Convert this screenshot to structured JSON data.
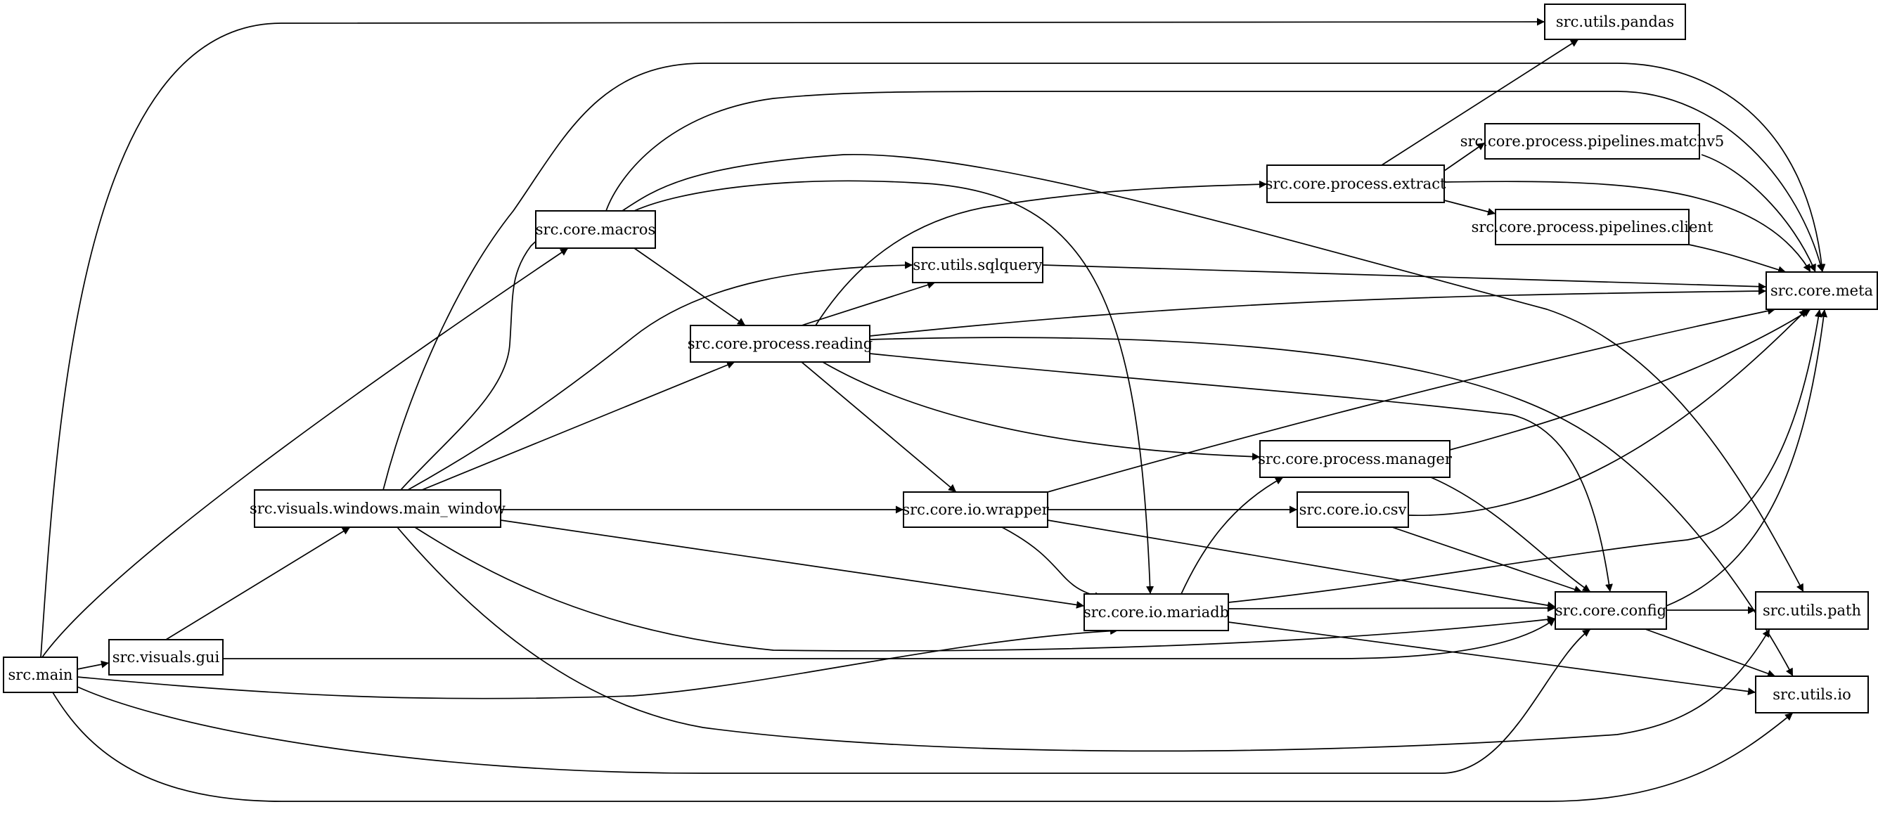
{
  "diagram": {
    "type": "dependency-graph",
    "nodes": [
      {
        "id": "main",
        "label": "src.main"
      },
      {
        "id": "gui",
        "label": "src.visuals.gui"
      },
      {
        "id": "main_window",
        "label": "src.visuals.windows.main_window"
      },
      {
        "id": "macros",
        "label": "src.core.macros"
      },
      {
        "id": "sqlquery",
        "label": "src.utils.sqlquery"
      },
      {
        "id": "reading",
        "label": "src.core.process.reading"
      },
      {
        "id": "extract",
        "label": "src.core.process.extract"
      },
      {
        "id": "matchv5",
        "label": "src.core.process.pipelines.matchv5"
      },
      {
        "id": "client",
        "label": "src.core.process.pipelines.client"
      },
      {
        "id": "pandas",
        "label": "src.utils.pandas"
      },
      {
        "id": "meta",
        "label": "src.core.meta"
      },
      {
        "id": "manager",
        "label": "src.core.process.manager"
      },
      {
        "id": "wrapper",
        "label": "src.core.io.wrapper"
      },
      {
        "id": "csv",
        "label": "src.core.io.csv"
      },
      {
        "id": "mariadb",
        "label": "src.core.io.mariadb"
      },
      {
        "id": "config",
        "label": "src.core.config"
      },
      {
        "id": "path",
        "label": "src.utils.path"
      },
      {
        "id": "io",
        "label": "src.utils.io"
      }
    ],
    "edges": [
      {
        "from": "main",
        "to": "pandas"
      },
      {
        "from": "main",
        "to": "macros"
      },
      {
        "from": "main",
        "to": "gui"
      },
      {
        "from": "main",
        "to": "mariadb"
      },
      {
        "from": "main",
        "to": "config"
      },
      {
        "from": "main",
        "to": "io"
      },
      {
        "from": "gui",
        "to": "main_window"
      },
      {
        "from": "gui",
        "to": "config"
      },
      {
        "from": "main_window",
        "to": "meta"
      },
      {
        "from": "main_window",
        "to": "macros"
      },
      {
        "from": "main_window",
        "to": "sqlquery"
      },
      {
        "from": "main_window",
        "to": "reading"
      },
      {
        "from": "main_window",
        "to": "wrapper"
      },
      {
        "from": "main_window",
        "to": "mariadb"
      },
      {
        "from": "main_window",
        "to": "config"
      },
      {
        "from": "main_window",
        "to": "path"
      },
      {
        "from": "macros",
        "to": "meta"
      },
      {
        "from": "macros",
        "to": "path"
      },
      {
        "from": "macros",
        "to": "mariadb"
      },
      {
        "from": "macros",
        "to": "reading"
      },
      {
        "from": "reading",
        "to": "extract"
      },
      {
        "from": "reading",
        "to": "sqlquery"
      },
      {
        "from": "reading",
        "to": "meta"
      },
      {
        "from": "reading",
        "to": "io"
      },
      {
        "from": "reading",
        "to": "config"
      },
      {
        "from": "reading",
        "to": "manager"
      },
      {
        "from": "reading",
        "to": "wrapper"
      },
      {
        "from": "sqlquery",
        "to": "meta"
      },
      {
        "from": "extract",
        "to": "pandas"
      },
      {
        "from": "extract",
        "to": "matchv5"
      },
      {
        "from": "extract",
        "to": "client"
      },
      {
        "from": "extract",
        "to": "meta"
      },
      {
        "from": "matchv5",
        "to": "meta"
      },
      {
        "from": "client",
        "to": "meta"
      },
      {
        "from": "manager",
        "to": "meta"
      },
      {
        "from": "manager",
        "to": "config"
      },
      {
        "from": "wrapper",
        "to": "meta"
      },
      {
        "from": "wrapper",
        "to": "csv"
      },
      {
        "from": "wrapper",
        "to": "mariadb"
      },
      {
        "from": "wrapper",
        "to": "config"
      },
      {
        "from": "csv",
        "to": "meta"
      },
      {
        "from": "csv",
        "to": "config"
      },
      {
        "from": "mariadb",
        "to": "manager"
      },
      {
        "from": "mariadb",
        "to": "meta"
      },
      {
        "from": "mariadb",
        "to": "config"
      },
      {
        "from": "mariadb",
        "to": "io"
      },
      {
        "from": "config",
        "to": "meta"
      },
      {
        "from": "config",
        "to": "path"
      },
      {
        "from": "config",
        "to": "io"
      }
    ]
  }
}
